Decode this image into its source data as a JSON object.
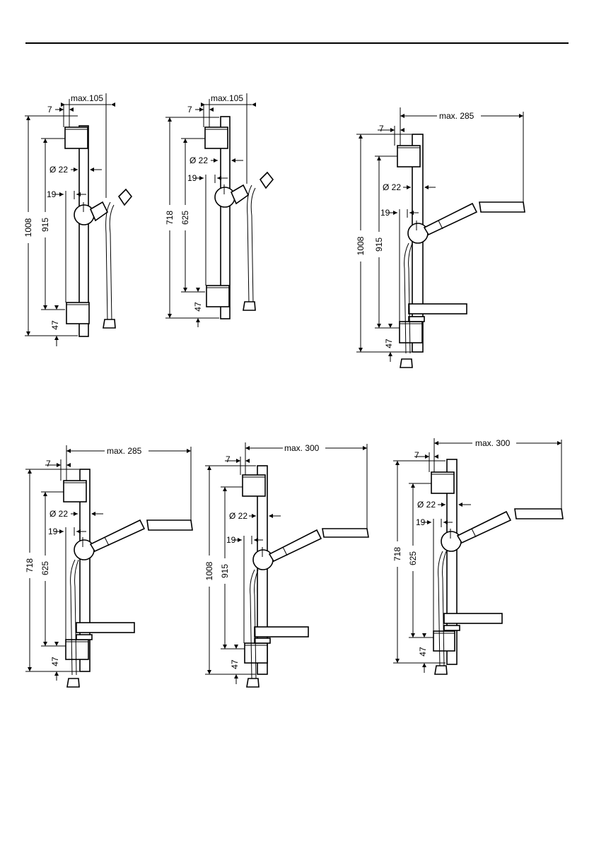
{
  "drawings": [
    {
      "id": "d1",
      "variant": "slim-hose",
      "lbl": {
        "max": "max.105",
        "seven": "7",
        "dia": "Ø 22",
        "nineteen": "19",
        "total": "1008",
        "span": "915",
        "base": "47"
      }
    },
    {
      "id": "d2",
      "variant": "slim-hose",
      "lbl": {
        "max": "max.105",
        "seven": "7",
        "dia": "Ø 22",
        "nineteen": "19",
        "total": "718",
        "span": "625",
        "base": "47"
      }
    },
    {
      "id": "d3",
      "variant": "hand-shower",
      "lbl": {
        "max": "max. 285",
        "seven": "7",
        "dia": "Ø 22",
        "nineteen": "19",
        "total": "1008",
        "span": "915",
        "base": "47"
      }
    },
    {
      "id": "d4",
      "variant": "hand-shower",
      "lbl": {
        "max": "max. 285",
        "seven": "7",
        "dia": "Ø 22",
        "nineteen": "19",
        "total": "718",
        "span": "625",
        "base": "47"
      }
    },
    {
      "id": "d5",
      "variant": "hand-shower",
      "lbl": {
        "max": "max. 300",
        "seven": "7",
        "dia": "Ø 22",
        "nineteen": "19",
        "total": "1008",
        "span": "915",
        "base": "47"
      }
    },
    {
      "id": "d6",
      "variant": "hand-shower",
      "lbl": {
        "max": "max. 300",
        "seven": "7",
        "dia": "Ø 22",
        "nineteen": "19",
        "total": "718",
        "span": "625",
        "base": "47"
      }
    }
  ]
}
